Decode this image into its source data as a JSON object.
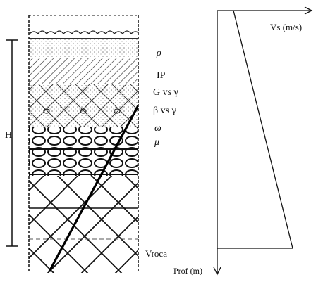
{
  "soil_column": {
    "height_label": "H",
    "properties": [
      "ρ",
      "IP",
      "G vs γ",
      "β vs γ",
      "ω",
      "μ"
    ],
    "bedrock_label": "Vroca"
  },
  "velocity_profile": {
    "x_axis_label": "Vs (m/s)",
    "y_axis_label": "Prof (m)"
  },
  "colors": {
    "ink": "#111111",
    "background": "#ffffff"
  }
}
